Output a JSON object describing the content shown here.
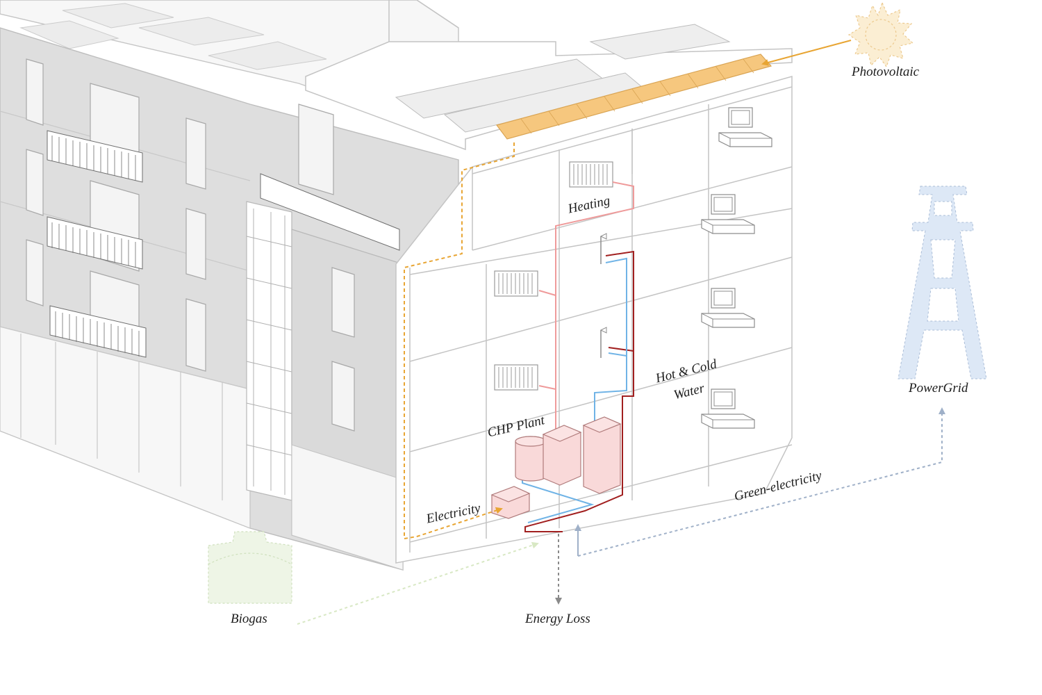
{
  "labels": {
    "photovoltaic": "Photovoltaic",
    "heating": "Heating",
    "hot_cold_water": "Hot & Cold",
    "hot_cold_water_2": "Water",
    "chp_plant": "CHP Plant",
    "electricity": "Electricity",
    "green_electricity": "Green-electricity",
    "powergrid": "PowerGrid",
    "biogas": "Biogas",
    "energy_loss": "Energy Loss"
  },
  "colors": {
    "line": "#c4c4c4",
    "facade": "#dcdcdc",
    "facade_dark": "#cfcfcf",
    "solar_panel": "#f6c77e",
    "electricity_flow": "#e8a533",
    "heating_pipe": "#ef9a9a",
    "hot_water_pipe": "#a11f1f",
    "cold_water_pipe": "#6fb3e6",
    "chp_unit": "#f9d9d9",
    "grid_flow": "#9fb0c8",
    "powergrid_tower": "#dde8f6",
    "biogas_flow": "#d8e8c4",
    "biogas_tank": "#eef5e6",
    "energy_loss_flow": "#8a8a8a",
    "sun": "#fbeed3"
  },
  "icons": [
    "sun-icon",
    "powergrid-tower-icon",
    "biogas-tank-icon",
    "radiator-icon",
    "tv-icon",
    "shower-icon"
  ]
}
